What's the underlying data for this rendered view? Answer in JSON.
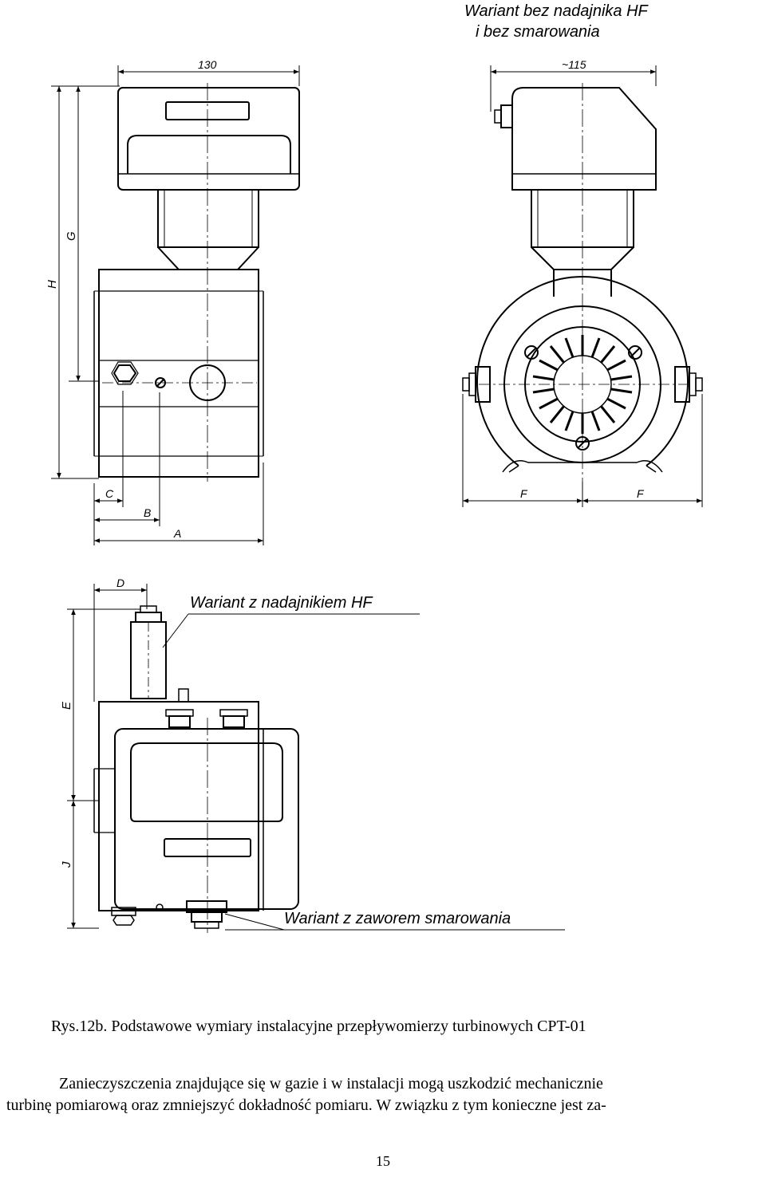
{
  "titles": {
    "top_line1": "Wariant bez nadajnika HF",
    "top_line2": "i bez smarowania",
    "hf": "Wariant z nadajnikiem HF",
    "valve": "Wariant z zaworem smarowania"
  },
  "dimensions": {
    "width_front": "130",
    "width_side": "~115",
    "H": "H",
    "G": "G",
    "C": "C",
    "B": "B",
    "A": "A",
    "F_left": "F",
    "F_right": "F",
    "D": "D",
    "E": "E",
    "J": "J"
  },
  "caption": "Rys.12b. Podstawowe wymiary instalacyjne przepływomierzy turbinowych CPT-01",
  "paragraph": {
    "line1": "Zanieczyszczenia znajdujące się w gazie i w instalacji mogą uszkodzić mechanicznie",
    "line2": "turbinę pomiarową oraz zmniejszyć dokładność pomiaru. W związku z tym konieczne jest za-"
  },
  "page_number": "15"
}
